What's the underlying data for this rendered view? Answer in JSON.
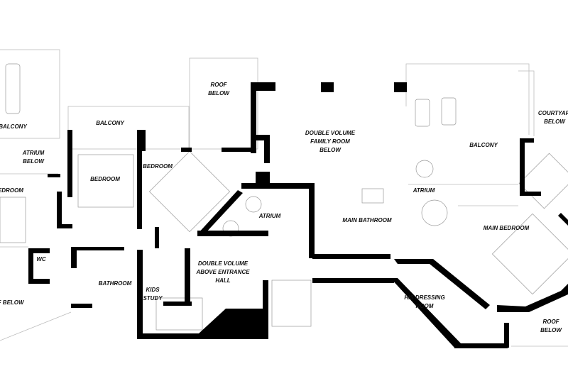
{
  "rooms": {
    "balcony_left": "BALCONY",
    "atrium_below_left": [
      "ATRIUM",
      "BELOW"
    ],
    "bedroom_far_left": "BEDROOM",
    "roof_below_left": "ROOF BELOW",
    "wc": "WC",
    "bathroom": "BATHROOM",
    "kids_study": [
      "KIDS",
      "STUDY"
    ],
    "entrance_hall": [
      "DOUBLE VOLUME",
      "ABOVE ENTRANCE",
      "HALL"
    ],
    "atrium_center": "ATRIUM",
    "bedroom_center": "BEDROOM",
    "bedroom_left": "BEDROOM",
    "balcony_mid": "BALCONY",
    "roof_below_top": [
      "ROOF",
      "BELOW"
    ],
    "family_room": [
      "DOUBLE VOLUME",
      "FAMILY ROOM",
      "BELOW"
    ],
    "main_bathroom": "MAIN BATHROOM",
    "atrium_right": "ATRIUM",
    "balcony_right": "BALCONY",
    "courtyard_below": [
      "COURTYARD",
      "BELOW"
    ],
    "main_bedroom": "MAIN BEDROOM",
    "his_dressing_room": [
      "HIS DRESSING",
      "ROOM"
    ],
    "roof_below_right": [
      "ROOF",
      "BELOW"
    ]
  }
}
